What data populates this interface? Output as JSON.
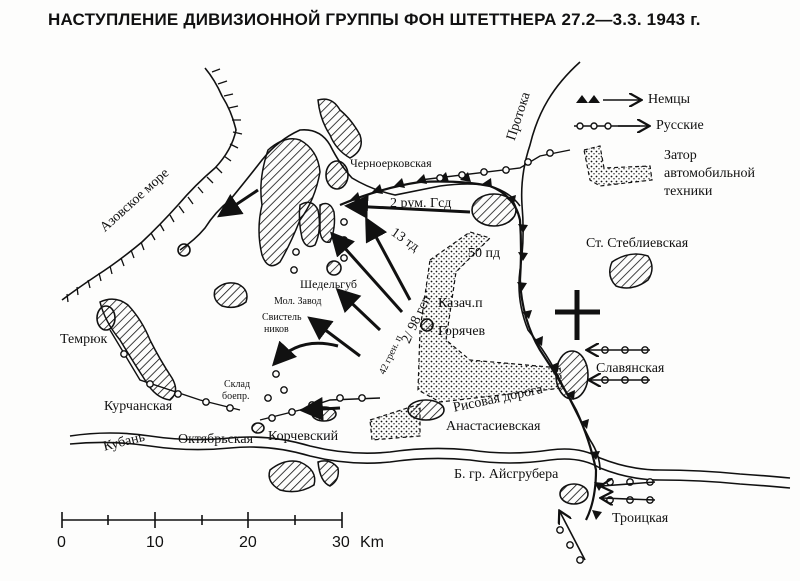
{
  "title": "НАСТУПЛЕНИЕ ДИВИЗИОННОЙ ГРУППЫ ФОН ШТЕТТНЕРА 27.2—3.3. 1943 г.",
  "legend": {
    "germans": "Немцы",
    "russians": "Русские",
    "jam_line1": "Затор",
    "jam_line2": "автомобильной",
    "jam_line3": "техники"
  },
  "places": {
    "azov_sea": "Азовское море",
    "protoka": "Протока",
    "chernoerkovskaya": "Черноерковская",
    "temryuk": "Темрюк",
    "kurchanskaya": "Курчанская",
    "kuban": "Кубань",
    "oktyabrskaya": "Октябрьская",
    "korchevsky": "Корчевский",
    "anastasievskaya": "Анастасиевская",
    "slavyanskaya": "Славянская",
    "st_steblievskaya": "Ст. Стеблиевская",
    "troitskaya": "Троицкая",
    "b_gr_aysgrubera": "Б. гр. Айсгрубера",
    "goryachev": "Горячев",
    "kazach_p": "Казач.п",
    "shedelgub": "Шедельгуб",
    "mol_zavod": "Мол. Завод",
    "svistel_1": "Свистель",
    "svistel_2": "ников",
    "sklad_1": "Склад",
    "sklad_2": "боепр.",
    "risovaya_doroga": "Рисовая дорога"
  },
  "units": {
    "rum_gsd": "2 рум. Гсд",
    "td13": "13 тд",
    "pd50": "50 пд",
    "gsp98": "2/ 98 гсп",
    "gren42": "42 грен. п"
  },
  "scale": {
    "ticks": [
      "0",
      "10",
      "20",
      "30"
    ],
    "unit": "Km"
  },
  "colors": {
    "ink": "#111111",
    "paper": "#fdfdfc"
  }
}
